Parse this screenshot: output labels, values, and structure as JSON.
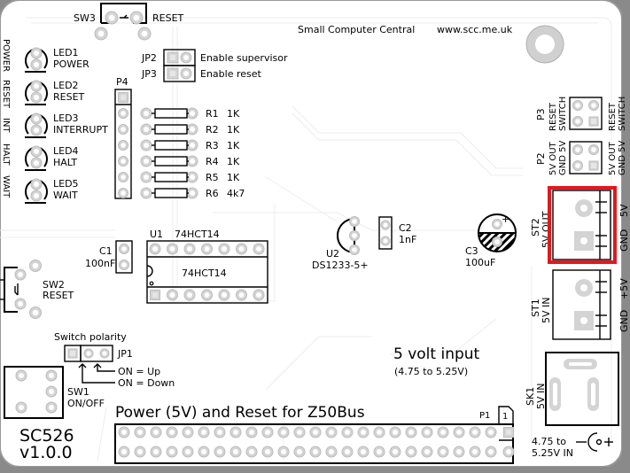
{
  "board": {
    "maker": "Small Computer Central",
    "website": "www.scc.me.uk",
    "model": "SC526",
    "version": "v1.0.0",
    "bus_title": "Power (5V) and Reset for Z50Bus",
    "power_title": "5 volt input",
    "power_range": "(4.75 to 5.25V)",
    "highlight_color": "#e0191f"
  },
  "side_labels": [
    "POWER",
    "RESET",
    "INT",
    "HALT",
    "WAIT"
  ],
  "switches": {
    "sw3": {
      "ref": "SW3",
      "name": "RESET"
    },
    "sw2": {
      "ref": "SW2",
      "name": "RESET"
    },
    "sw1": {
      "ref": "SW1",
      "name": "ON/OFF"
    }
  },
  "leds": [
    {
      "ref": "LED1",
      "name": "POWER"
    },
    {
      "ref": "LED2",
      "name": "RESET"
    },
    {
      "ref": "LED3",
      "name": "INTERRUPT"
    },
    {
      "ref": "LED4",
      "name": "HALT"
    },
    {
      "ref": "LED5",
      "name": "WAIT"
    }
  ],
  "jumpers": {
    "jp2": {
      "ref": "JP2",
      "desc": "Enable supervisor"
    },
    "jp3": {
      "ref": "JP3",
      "desc": "Enable reset"
    },
    "jp1": {
      "ref": "JP1",
      "title": "Switch polarity",
      "opt_up": "ON = Up",
      "opt_down": "ON = Down"
    }
  },
  "p4": {
    "ref": "P4"
  },
  "resistors": [
    {
      "ref": "R1",
      "value": "1K"
    },
    {
      "ref": "R2",
      "value": "1K"
    },
    {
      "ref": "R3",
      "value": "1K"
    },
    {
      "ref": "R4",
      "value": "1K"
    },
    {
      "ref": "R5",
      "value": "1K"
    },
    {
      "ref": "R6",
      "value": "4k7"
    }
  ],
  "u1": {
    "ref": "U1",
    "part": "74HCT14",
    "body_label": "74HCT14"
  },
  "c1": {
    "ref": "C1",
    "value": "100nF"
  },
  "u2": {
    "ref": "U2",
    "part": "DS1233-5+"
  },
  "c2": {
    "ref": "C2",
    "value": "1nF"
  },
  "c3": {
    "ref": "C3",
    "value": "100uF",
    "polarity": "+"
  },
  "p3": {
    "ref": "P3",
    "l1": "RESET",
    "l2": "SWITCH"
  },
  "p2": {
    "ref": "P2",
    "l1": "5V OUT",
    "l2": "GND 5V"
  },
  "st2": {
    "ref": "ST2",
    "name": "5V OUT",
    "pin1": "5V",
    "pin2": "GND"
  },
  "st1": {
    "ref": "ST1",
    "name": "5V IN",
    "pin1": "+5V",
    "pin2": "GND"
  },
  "sk1": {
    "ref": "SK1",
    "name": "5V IN",
    "range1": "4.75 to",
    "range2": "5.25V IN",
    "polarity": "−(•+"
  },
  "p1": {
    "ref": "P1",
    "pin1": "1"
  }
}
